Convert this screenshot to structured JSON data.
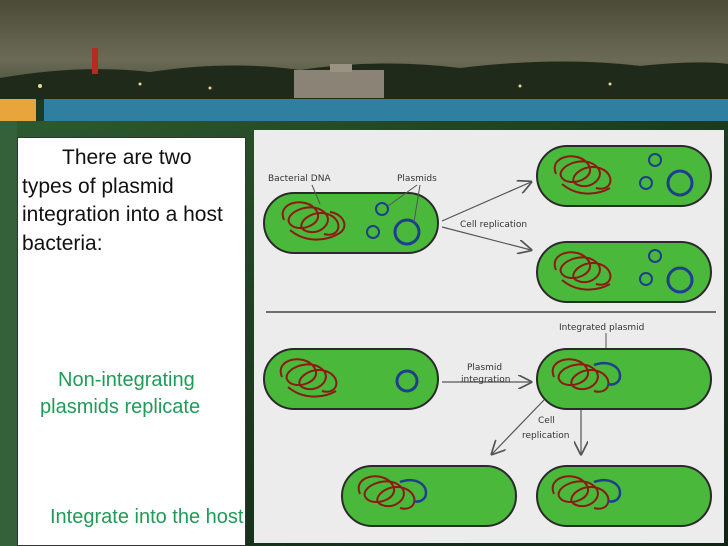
{
  "textbox": {
    "intro": "There are two types of plasmid integration into a host bacteria:",
    "items": [
      "Non-integrating plasmids replicate",
      "Integrate into the host"
    ]
  },
  "diagram": {
    "labels": {
      "bacterial_dna": "Bacterial DNA",
      "plasmids": "Plasmids",
      "cell_replication": "Cell replication",
      "integrated_plasmid": "Integrated plasmid",
      "plasmid": "Plasmid",
      "integration": "integration",
      "cell": "Cell",
      "replication": "replication"
    }
  },
  "colors": {
    "orange_bar": "#e7a53b",
    "blue_bar": "#2f7fa1",
    "cell_fill": "#4ab83a",
    "dna": "#8b1a12",
    "plasmid": "#1d3f8c",
    "list_text": "#1e9c57"
  }
}
